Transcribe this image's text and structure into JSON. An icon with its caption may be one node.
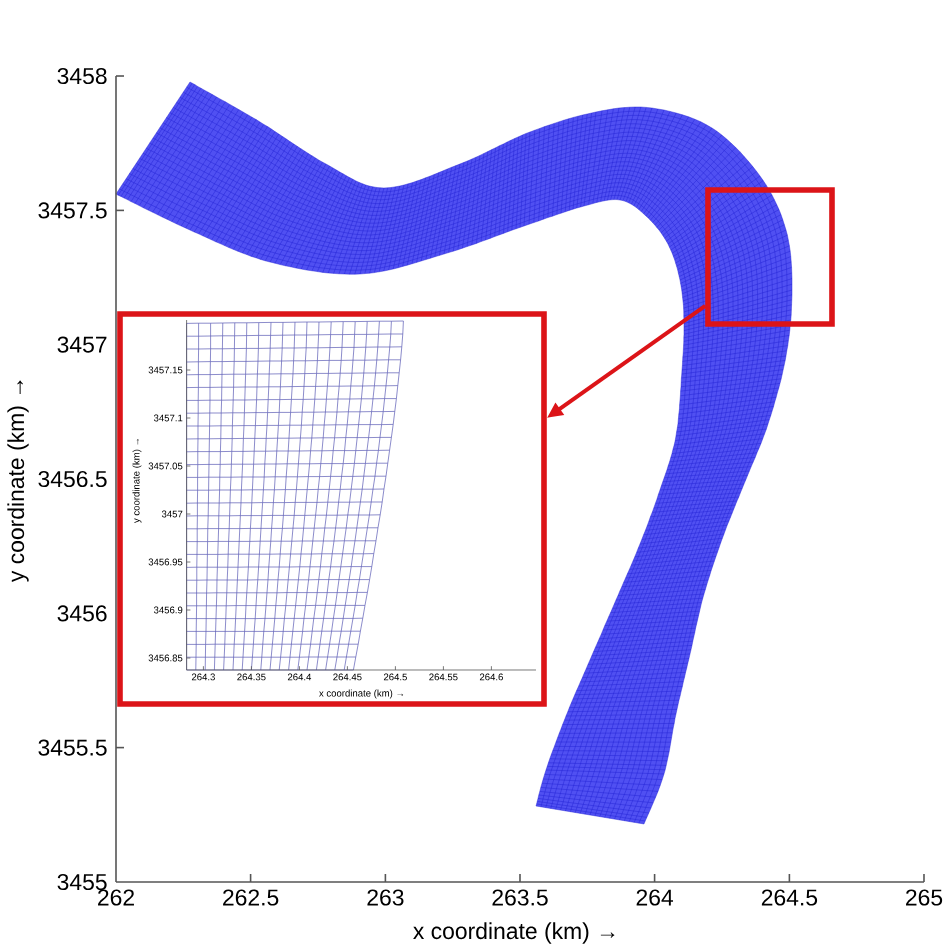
{
  "diagram": {
    "nodes": [
      {
        "text": [],
        "shape": "box"
      },
      {
        "text": [],
        "shape": "box"
      }
    ],
    "edges": [
      {
        "from": 0,
        "to": 1,
        "arrow": "to"
      }
    ],
    "labels": [
      "3458",
      "3457.5",
      "3457",
      "3456.5",
      "3456",
      "3455.5",
      "3455",
      "y coordinate (km) →",
      "3457.15",
      "3457.1",
      "3457.05",
      "3457",
      "3456.95",
      "3456.9",
      "3456.85",
      "y coordinate (km) →",
      "264.3",
      "264.35",
      "264.4",
      "264.45",
      "264.5",
      "264.55",
      "264.6",
      "x coordinate (km) →",
      "262",
      "262.5",
      "263",
      "263.5",
      "264",
      "264.5",
      "265",
      "x coordinate (km) →"
    ]
  }
}
